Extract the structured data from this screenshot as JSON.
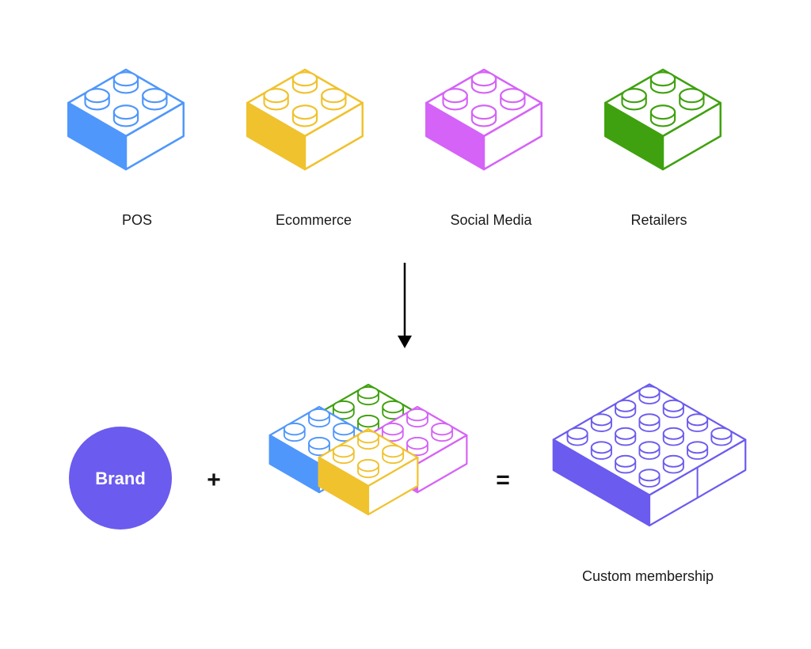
{
  "blocks": [
    {
      "label": "POS",
      "color": "#4f97fb",
      "icon": "blue-lego-brick-icon"
    },
    {
      "label": "Ecommerce",
      "color": "#f0c22e",
      "icon": "yellow-lego-brick-icon"
    },
    {
      "label": "Social Media",
      "color": "#d563f7",
      "icon": "purple-lego-brick-icon"
    },
    {
      "label": "Retailers",
      "color": "#3fa10f",
      "icon": "green-lego-brick-icon"
    }
  ],
  "flow_arrow": "down-arrow-icon",
  "equation": {
    "brand_label": "Brand",
    "brand_color": "#6b5bef",
    "plus": "+",
    "equals": "=",
    "combined_icon": "combined-lego-bricks-icon",
    "result_icon": "custom-membership-brick-icon",
    "result_label": "Custom membership",
    "result_color": "#6b5bef"
  }
}
